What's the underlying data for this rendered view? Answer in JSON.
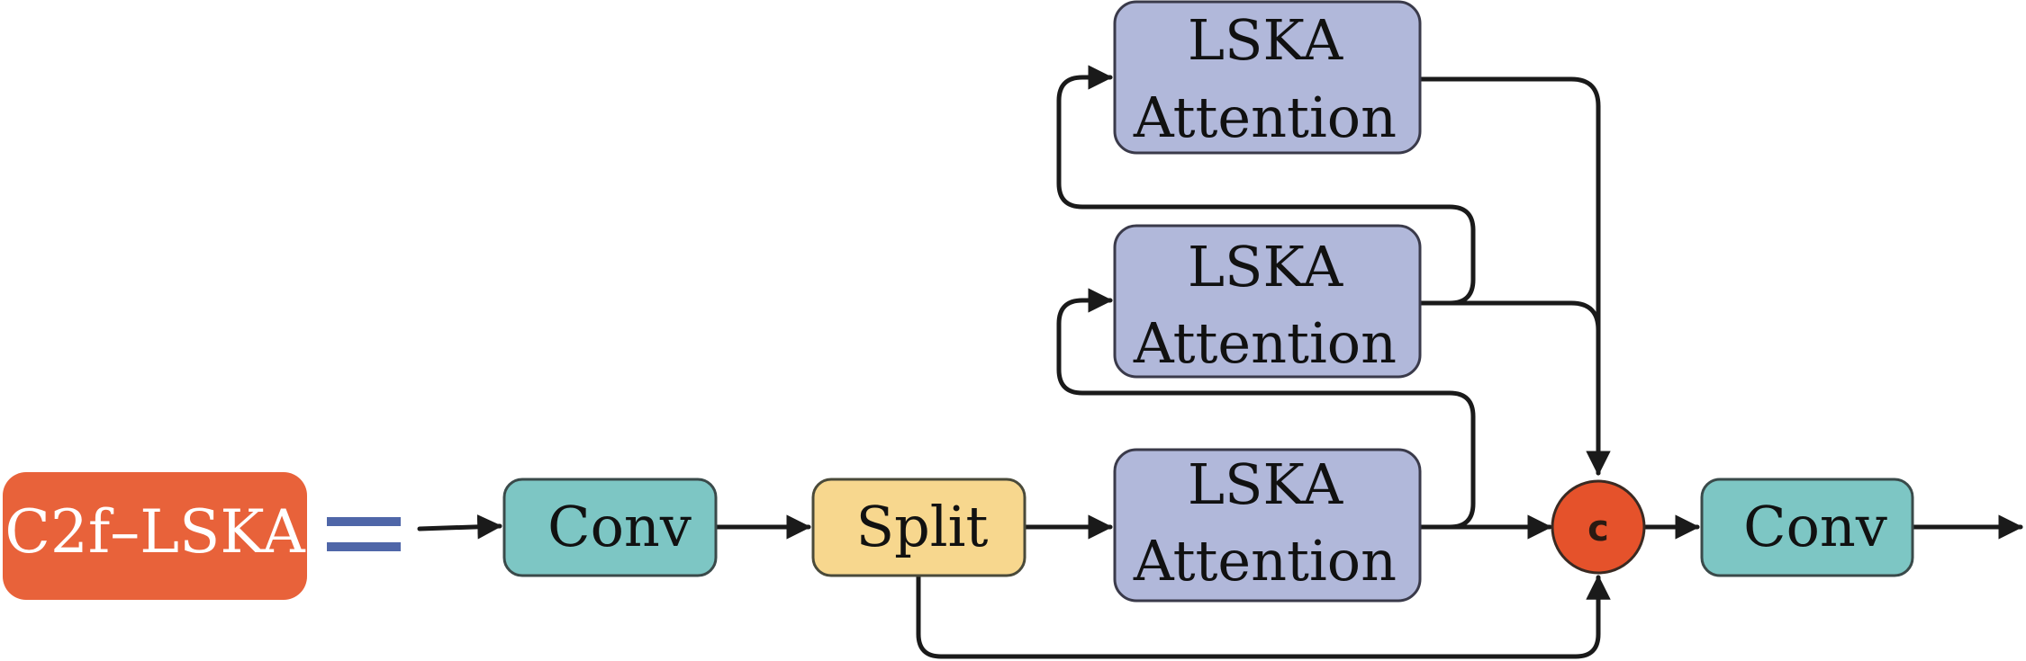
{
  "diagram": {
    "title": "C2f–LSKA",
    "equals": "=",
    "nodes": {
      "conv_in": "Conv",
      "split": "Split",
      "lska_bottom": {
        "line1": "LSKA",
        "line2": "Attention"
      },
      "lska_middle": {
        "line1": "LSKA",
        "line2": "Attention"
      },
      "lska_top": {
        "line1": "LSKA",
        "line2": "Attention"
      },
      "concat": "c",
      "conv_out": "Conv"
    },
    "colors": {
      "title_block": "#E8623A",
      "equals_sign": "#4F66A8",
      "conv": "#7DC6C4",
      "split": "#F7D78E",
      "lska": "#B1B8DA",
      "concat": "#E5522B",
      "edge": "#1A1A1A"
    }
  }
}
